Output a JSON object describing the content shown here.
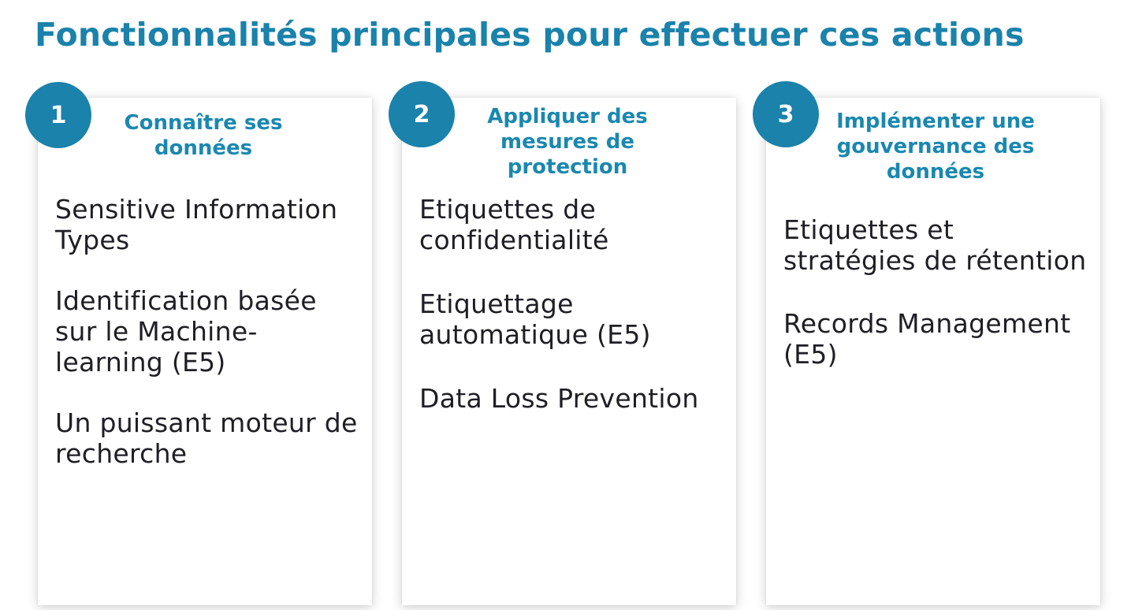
{
  "colors": {
    "accent": "#1a82ab",
    "heading": "#1a88b0",
    "text": "#1e1e24"
  },
  "slide": {
    "title": "Fonctionnalités principales pour effectuer ces actions"
  },
  "columns": [
    {
      "number": "1",
      "heading": "Connaître ses données",
      "items": [
        "Sensitive Information Types",
        "Identification basée sur le Machine-learning (E5)",
        "Un puissant moteur de recherche"
      ]
    },
    {
      "number": "2",
      "heading": "Appliquer des mesures de protection",
      "items": [
        "Etiquettes de confidentialité",
        "Etiquettage automatique (E5)",
        "Data Loss Prevention"
      ]
    },
    {
      "number": "3",
      "heading": "Implémenter une gouvernance des données",
      "items": [
        "Etiquettes et stratégies de rétention",
        "Records Management (E5)"
      ]
    }
  ]
}
